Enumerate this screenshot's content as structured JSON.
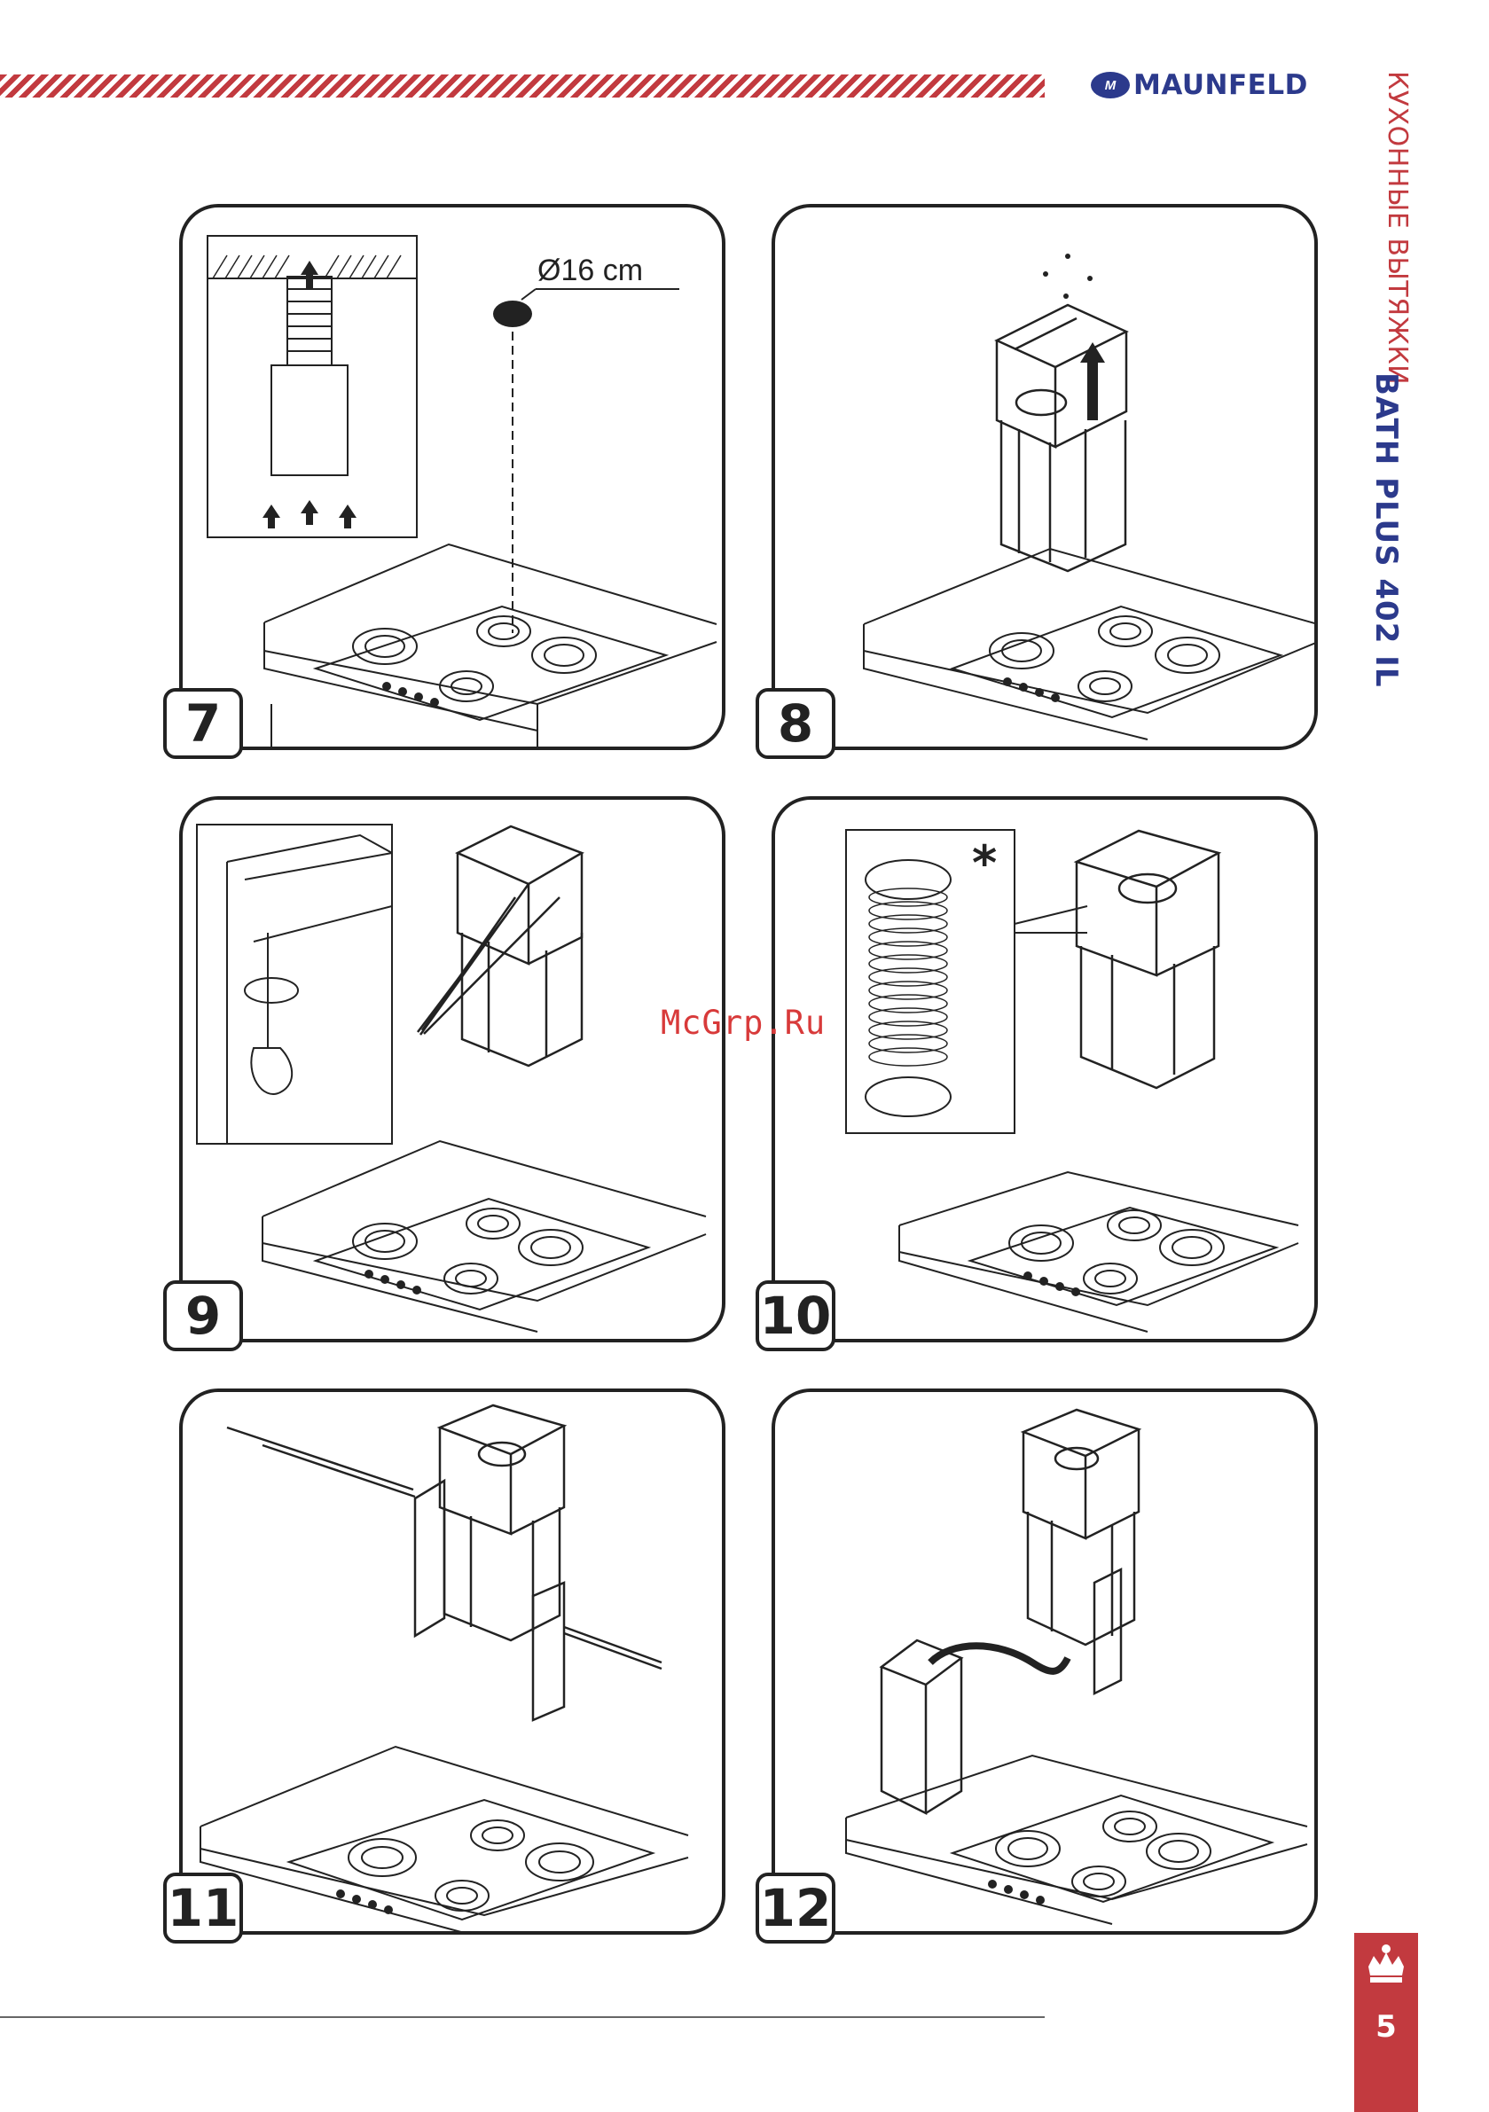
{
  "header": {
    "brand": "MAUNFELD",
    "brand_mark": "M"
  },
  "sidebar": {
    "category": "КУХОННЫЕ ВЫТЯЖКИ",
    "model": "BATH PLUS 402 IL"
  },
  "steps": [
    {
      "number": "7",
      "diameter_label": "Ø16 cm"
    },
    {
      "number": "8"
    },
    {
      "number": "9"
    },
    {
      "number": "10",
      "asterisk": "*"
    },
    {
      "number": "11"
    },
    {
      "number": "12"
    }
  ],
  "watermark": "McGrp.Ru",
  "footer": {
    "page_number": "5",
    "icon": "crown-icon"
  },
  "colors": {
    "accent_red": "#c23a3f",
    "brand_blue": "#2c3a8c",
    "line": "#222222"
  }
}
